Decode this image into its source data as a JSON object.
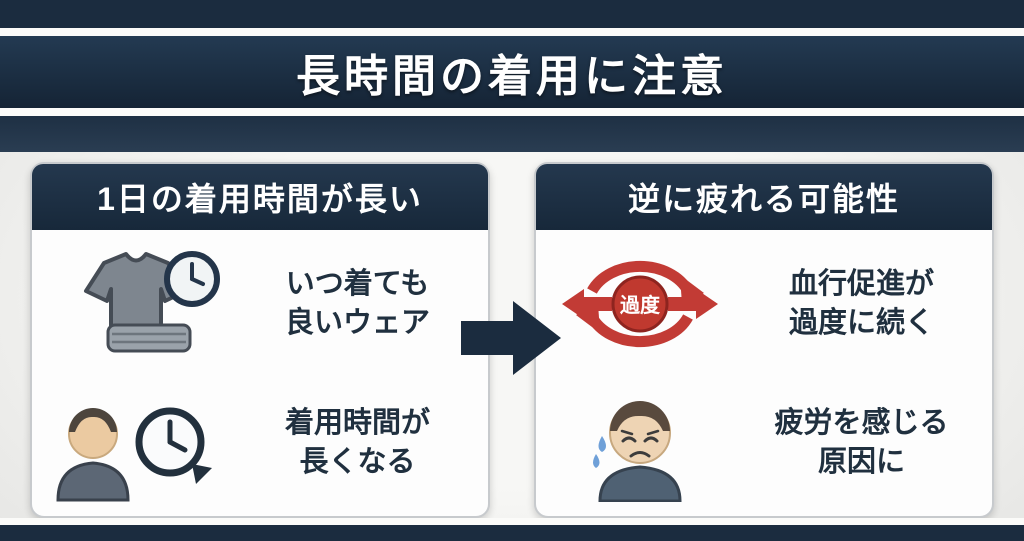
{
  "title": "長時間の着用に注意",
  "left_card": {
    "header": "1日の着用時間が長い",
    "row1": {
      "icon": "tshirt-clock-icon",
      "line1": "いつ着ても",
      "line2": "良いウェア"
    },
    "row2": {
      "icon": "person-clock-icon",
      "line1": "着用時間が",
      "line2": "長くなる"
    }
  },
  "right_card": {
    "header": "逆に疲れる可能性",
    "row1": {
      "icon": "excessive-circulation-icon",
      "badge": "過度",
      "line1": "血行促進が",
      "line2": "過度に続く"
    },
    "row2": {
      "icon": "fatigued-person-icon",
      "line1": "疲労を感じる",
      "line2": "原因に"
    }
  },
  "colors": {
    "navy": "#1b2c3f",
    "red": "#c23b35",
    "background": "#efefed",
    "card_bg": "#fdfdfd",
    "text": "#20303f"
  }
}
